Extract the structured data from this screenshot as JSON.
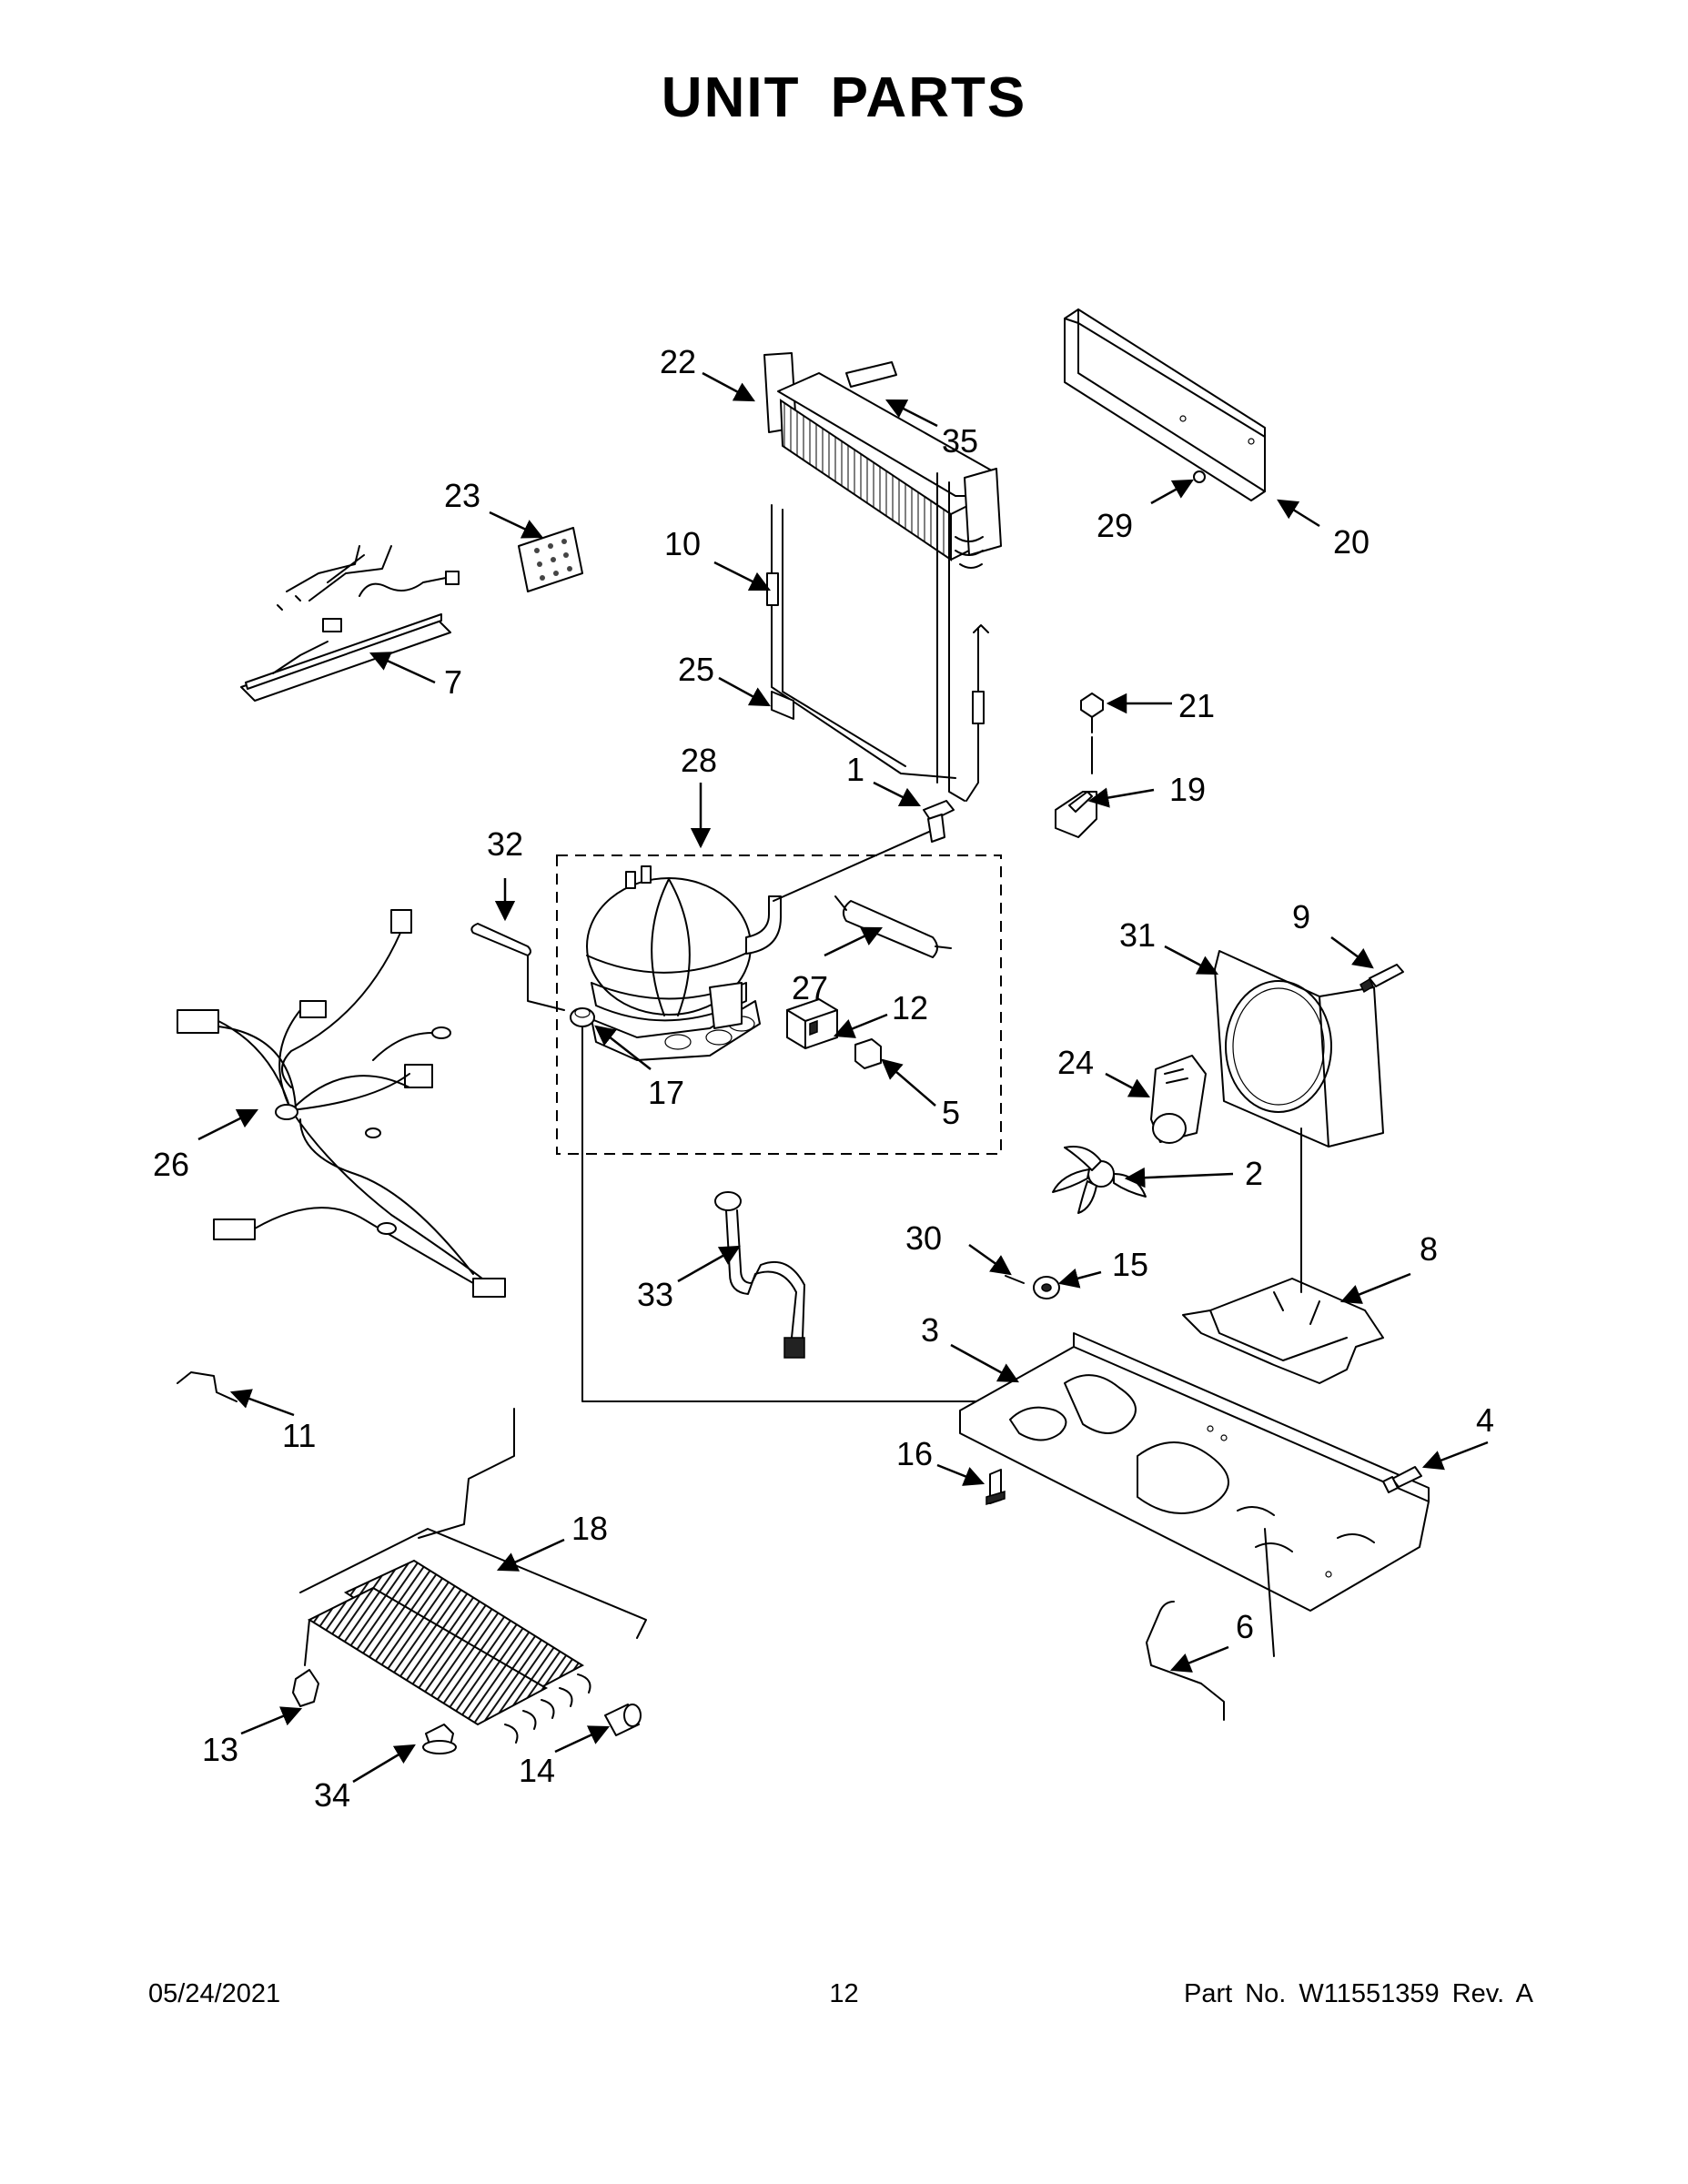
{
  "title": "UNIT  PARTS",
  "footer": {
    "date": "05/24/2021",
    "page": "12",
    "part_number": "Part No.  W11551359  Rev.  A"
  },
  "callouts": [
    "1",
    "2",
    "3",
    "4",
    "5",
    "6",
    "7",
    "8",
    "9",
    "10",
    "11",
    "12",
    "13",
    "14",
    "15",
    "16",
    "17",
    "18",
    "19",
    "20",
    "21",
    "22",
    "23",
    "24",
    "25",
    "26",
    "27",
    "28",
    "29",
    "30",
    "31",
    "32",
    "33",
    "34",
    "35"
  ]
}
